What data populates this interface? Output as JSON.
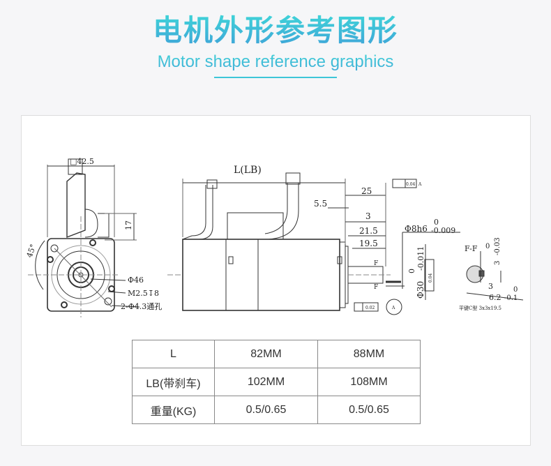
{
  "header": {
    "title": "电机外形参考图形",
    "subtitle": "Motor shape reference graphics"
  },
  "colors": {
    "accent_top": "#3fdad8",
    "accent_bottom": "#3f9ed8"
  },
  "drawing": {
    "front_view": {
      "square": "□42.5",
      "height_17": "17",
      "angle": "45°",
      "dia": "Φ46",
      "thread": "M2.5↧8",
      "holes": "2-Φ4.3通孔"
    },
    "side_view": {
      "length": "L(LB)",
      "d25": "25",
      "d5_5": "5.5",
      "d3": "3",
      "d21_5": "21.5",
      "d19_5": "19.5",
      "shaft_dia": "Φ8h6",
      "shaft_tol_upper": "0",
      "shaft_tol_lower": "-0.009",
      "pilot_dia": "Φ30",
      "pilot_tol_upper": "0",
      "pilot_tol_lower": "-0.011",
      "perp_tol": "0.04",
      "datum": "A",
      "runout_tol": "0.02",
      "conc_tol": "0.04",
      "section_mark": "F"
    },
    "section": {
      "label": "F-F",
      "key_h": "3",
      "key_h_upper": "0",
      "key_h_lower": "-0.03",
      "key_w": "3",
      "depth": "6.2",
      "depth_upper": "0",
      "depth_lower": "-0.1",
      "key_note": "平键C型 3x3x19.5"
    }
  },
  "table": {
    "rows": [
      [
        "L",
        "82MM",
        "88MM"
      ],
      [
        "LB(带刹车)",
        "102MM",
        "108MM"
      ],
      [
        "重量(KG)",
        "0.5/0.65",
        "0.5/0.65"
      ]
    ]
  }
}
